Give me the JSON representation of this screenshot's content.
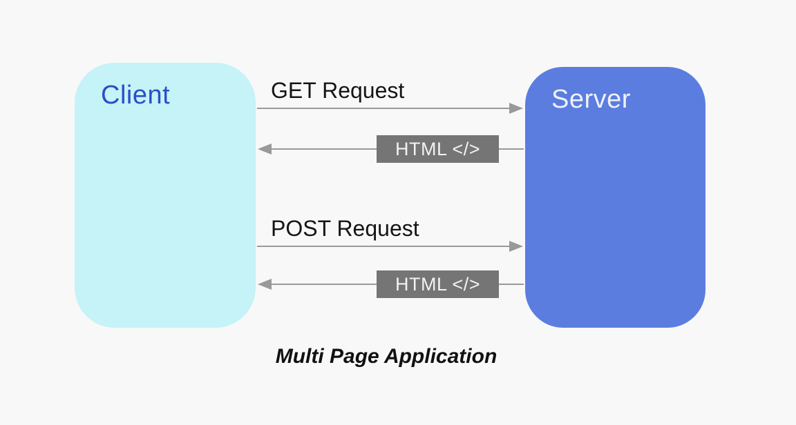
{
  "title": "Multi Page Application",
  "nodes": {
    "client": {
      "label": "Client"
    },
    "server": {
      "label": "Server"
    }
  },
  "flows": [
    {
      "id": "get-request",
      "label": "GET Request",
      "from": "client",
      "to": "server"
    },
    {
      "id": "html-response-1",
      "label": "HTML </>",
      "from": "server",
      "to": "client"
    },
    {
      "id": "post-request",
      "label": "POST Request",
      "from": "client",
      "to": "server"
    },
    {
      "id": "html-response-2",
      "label": "HTML </>",
      "from": "server",
      "to": "client"
    }
  ],
  "colors": {
    "background": "#F8F8F8",
    "client_fill": "#C5F3F7",
    "client_text": "#2B4EC9",
    "server_fill": "#5B7DE0",
    "server_text": "#EFF1F8",
    "arrow": "#999999",
    "request_label_text": "#151515",
    "response_pill_fill": "#757575",
    "response_pill_text": "#F2F2F2",
    "caption_text": "#111111"
  }
}
